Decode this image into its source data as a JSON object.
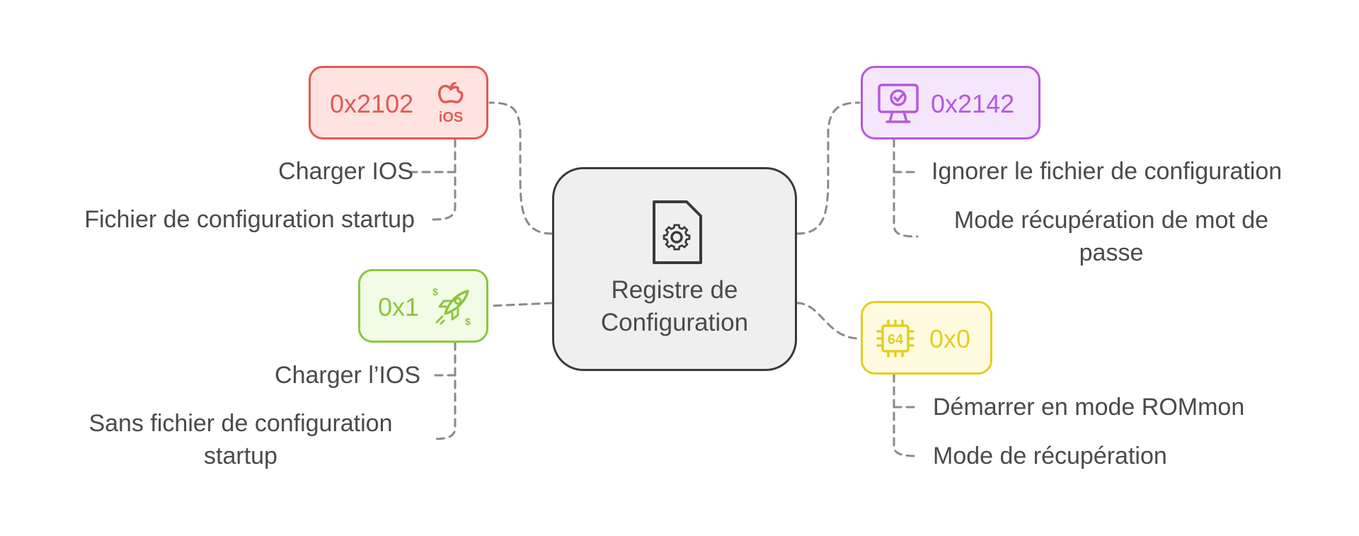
{
  "center": {
    "title_line1": "Registre de",
    "title_line2": "Configuration",
    "icon": "gear-document-icon"
  },
  "colors": {
    "red": "#e05b55",
    "purple": "#b559df",
    "green": "#8dc63f",
    "yellow": "#e3cf22",
    "edge": "#8a8a8a"
  },
  "nodes": {
    "red": {
      "code": "0x2102",
      "icon": "apple-ios-icon",
      "items": [
        "Charger IOS",
        "Fichier de configuration startup"
      ]
    },
    "purple": {
      "code": "0x2142",
      "icon": "monitor-check-icon",
      "items": [
        "Ignorer le fichier de configuration",
        "Mode récupération de mot de passe"
      ]
    },
    "green": {
      "code": "0x1",
      "icon": "rocket-icon",
      "items": [
        "Charger l’IOS",
        "Sans fichier de configuration startup"
      ]
    },
    "yellow": {
      "code": "0x0",
      "icon": "chip-64-icon",
      "items": [
        "Démarrer en mode ROMmon",
        "Mode de récupération"
      ]
    }
  }
}
